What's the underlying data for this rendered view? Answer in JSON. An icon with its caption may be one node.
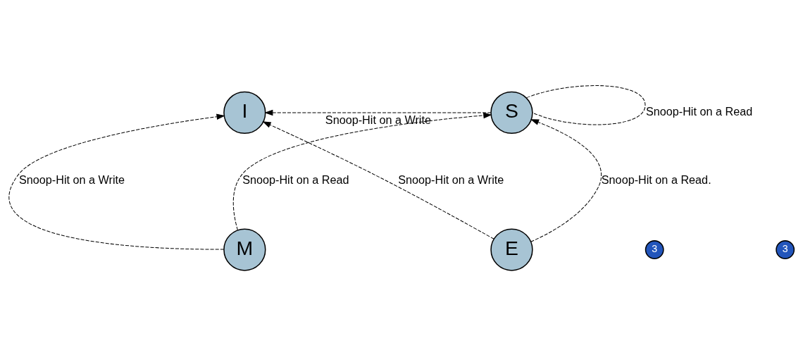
{
  "diagram": {
    "nodes": [
      {
        "text": [
          "I"
        ]
      },
      {
        "text": [
          "S"
        ]
      },
      {
        "text": [
          "M"
        ]
      },
      {
        "text": [
          "E"
        ]
      }
    ],
    "edges": [
      {
        "from": 1,
        "to": 0,
        "arrow": "to",
        "label": "Snoop-Hit on a Write",
        "style": "dashed"
      },
      {
        "from": 1,
        "to": 1,
        "arrow": "none",
        "label": "Snoop-Hit on a Read",
        "style": "dashed"
      },
      {
        "from": 2,
        "to": 0,
        "arrow": "to",
        "label": "Snoop-Hit on a Write",
        "style": "dashed"
      },
      {
        "from": 2,
        "to": 1,
        "arrow": "to",
        "label": "Snoop-Hit on a Read",
        "style": "dashed"
      },
      {
        "from": 3,
        "to": 0,
        "arrow": "to",
        "label": "Snoop-Hit on a Write",
        "style": "dashed"
      },
      {
        "from": 3,
        "to": 1,
        "arrow": "to",
        "label": "Snoop-Hit on a Read.",
        "style": "dashed"
      }
    ],
    "labels": [
      "3",
      "3"
    ]
  }
}
